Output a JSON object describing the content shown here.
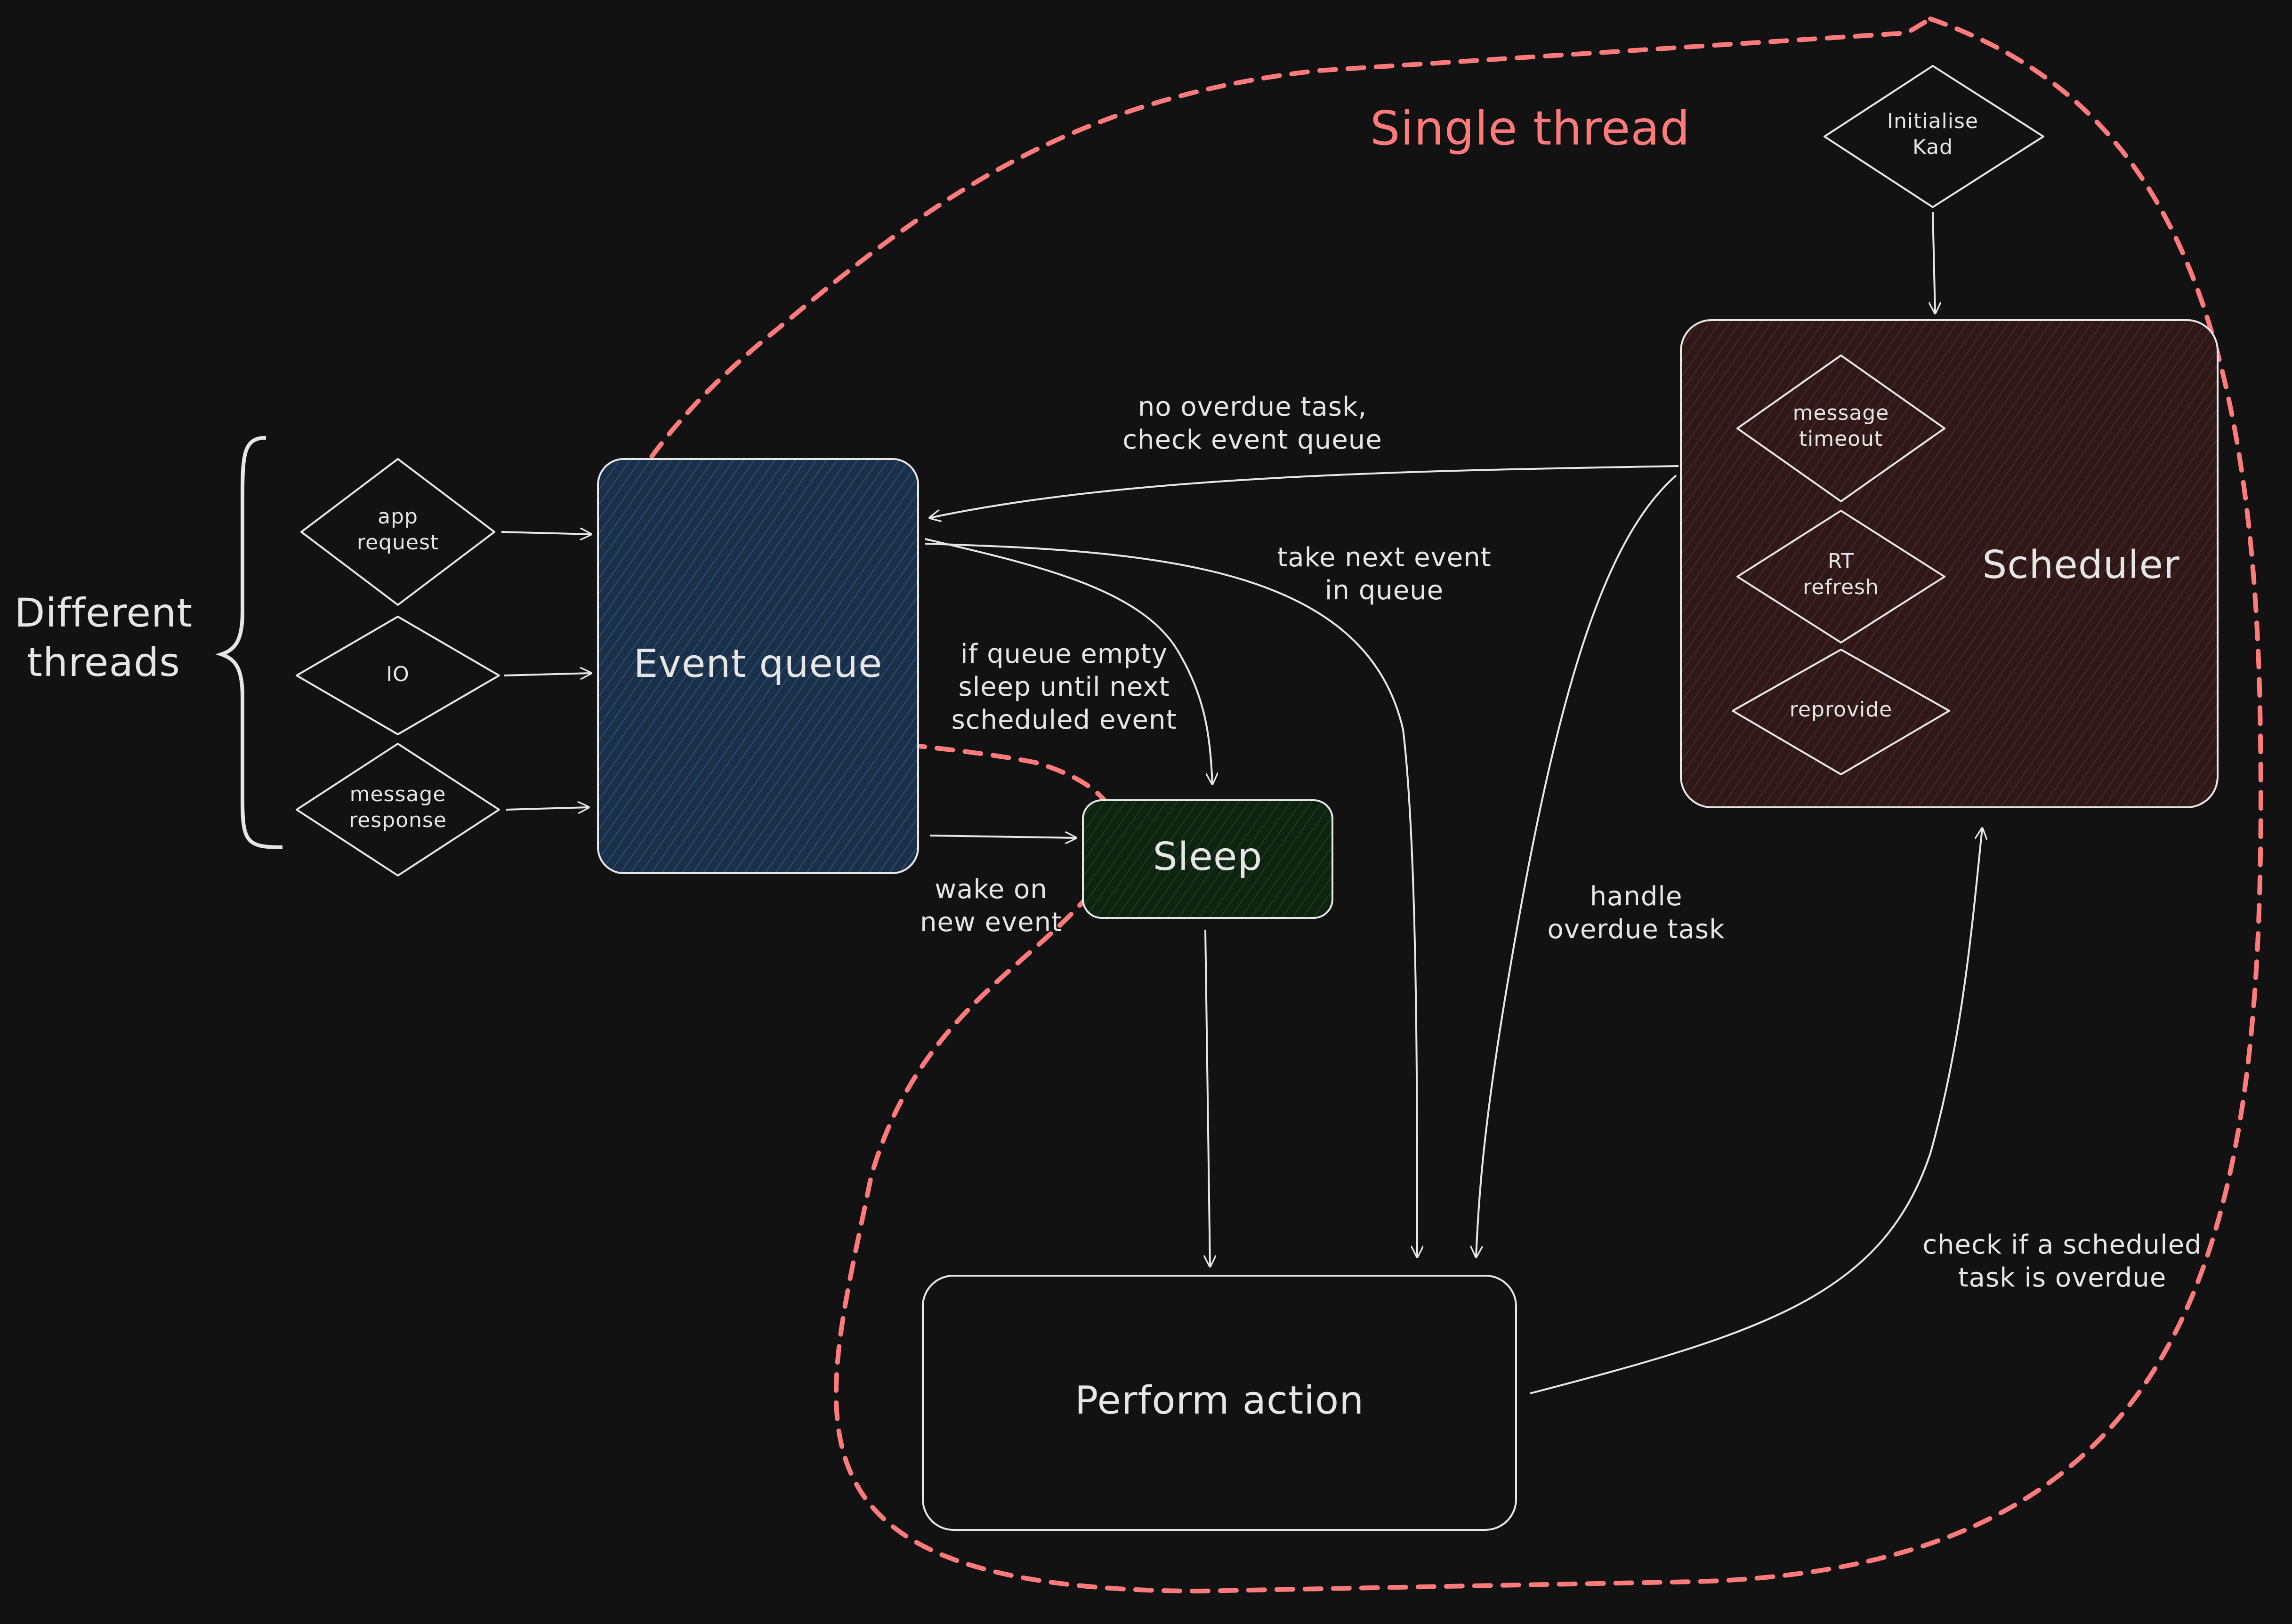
{
  "diagram": {
    "title": "Single thread",
    "group_label": "Different\nthreads",
    "sources": {
      "app_request": "app\nrequest",
      "io": "IO",
      "message_response": "message\nresponse"
    },
    "nodes": {
      "event_queue": "Event queue",
      "sleep": "Sleep",
      "perform_action": "Perform action",
      "scheduler": "Scheduler",
      "initialise_kad": "Initialise\nKad",
      "message_timeout": "message\ntimeout",
      "rt_refresh": "RT\nrefresh",
      "reprovide": "reprovide"
    },
    "edges": {
      "no_overdue": "no overdue task,\ncheck event queue",
      "take_next": "take next event\nin queue",
      "queue_empty": "if queue empty\nsleep until next\nscheduled event",
      "wake_on": "wake on\nnew event",
      "handle_overdue": "handle\noverdue task",
      "check_overdue": "check if a scheduled\ntask is overdue"
    },
    "colors": {
      "background": "#121212",
      "stroke": "#e6e6e6",
      "event_queue_fill": "#1c3550",
      "sleep_fill": "#0f2a12",
      "scheduler_fill": "#3a1c1c",
      "single_thread": "#ff7b7b"
    }
  }
}
